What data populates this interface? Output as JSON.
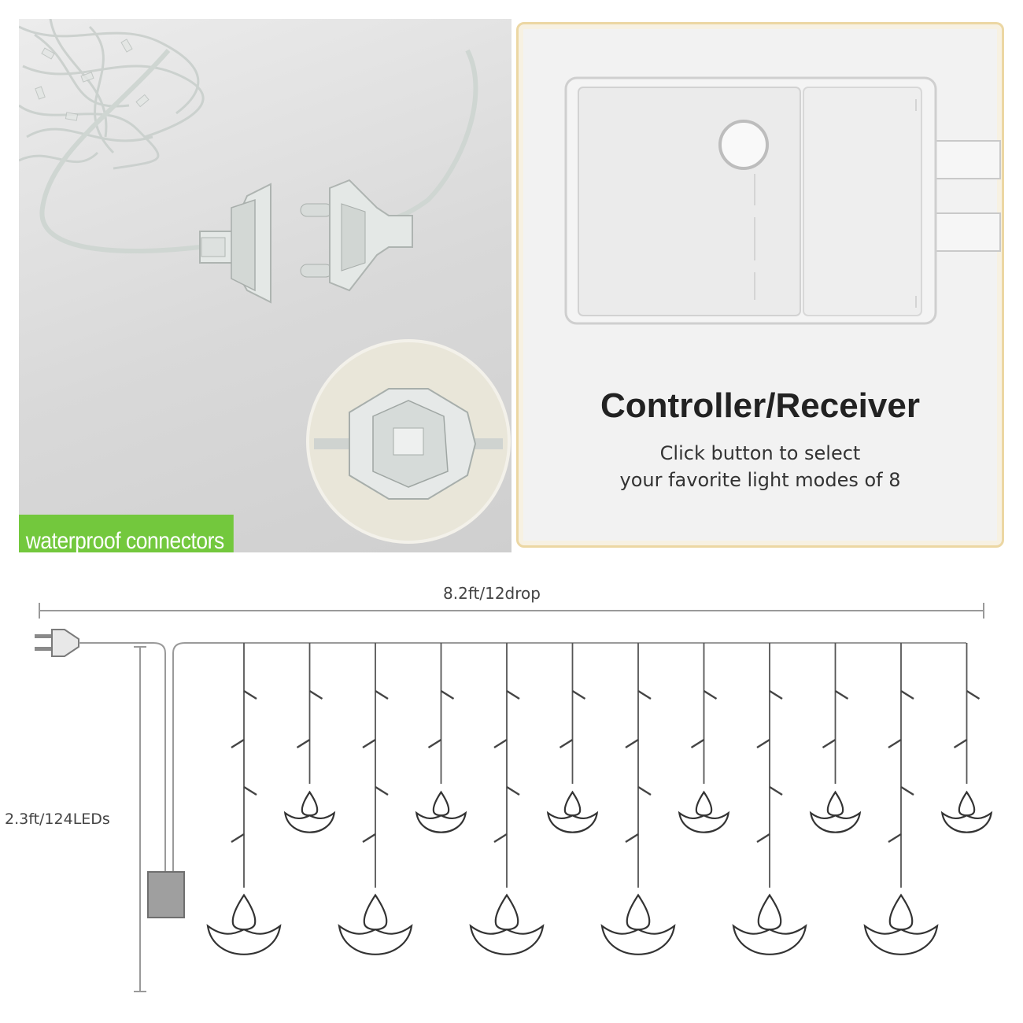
{
  "left_panel": {
    "label": "waterproof connectors"
  },
  "right_panel": {
    "title": "Controller/Receiver",
    "description_line1": "Click button to select",
    "description_line2": "your favorite light modes of 8"
  },
  "diagram": {
    "width_label": "8.2ft/12drop",
    "height_label": "2.3ft/124LEDs"
  },
  "colors": {
    "label_green": "#73c83d",
    "panel_border": "#ecd7a3"
  }
}
